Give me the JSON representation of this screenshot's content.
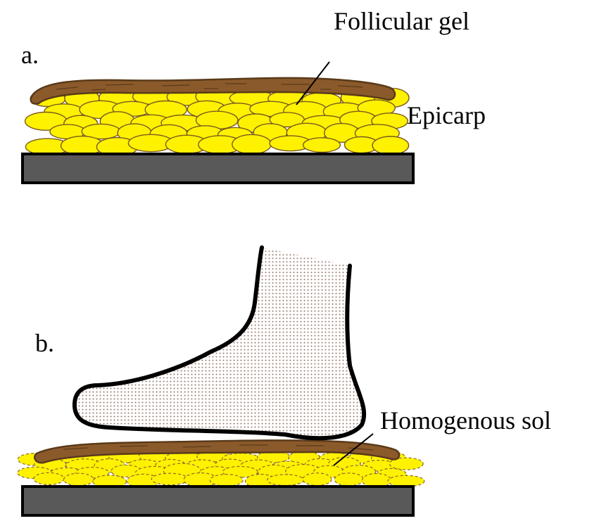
{
  "panels": {
    "a": {
      "label": "a.",
      "callout_follicular": "Follicular gel",
      "callout_epicarp": "Epicarp"
    },
    "b": {
      "label": "b.",
      "callout_sol": "Homogenous sol"
    }
  },
  "colors": {
    "gel_fill": "#FFF200",
    "gel_stroke": "#7A5A1E",
    "sol_stroke": "#8A6A2A",
    "epicarp_fill": "#8B5A2B",
    "epicarp_stroke": "#5A3A1A",
    "base_fill": "#595959",
    "foot_dots": "#9B7B6B",
    "line": "#000000"
  },
  "icons": {
    "foot": "foot-icon"
  }
}
